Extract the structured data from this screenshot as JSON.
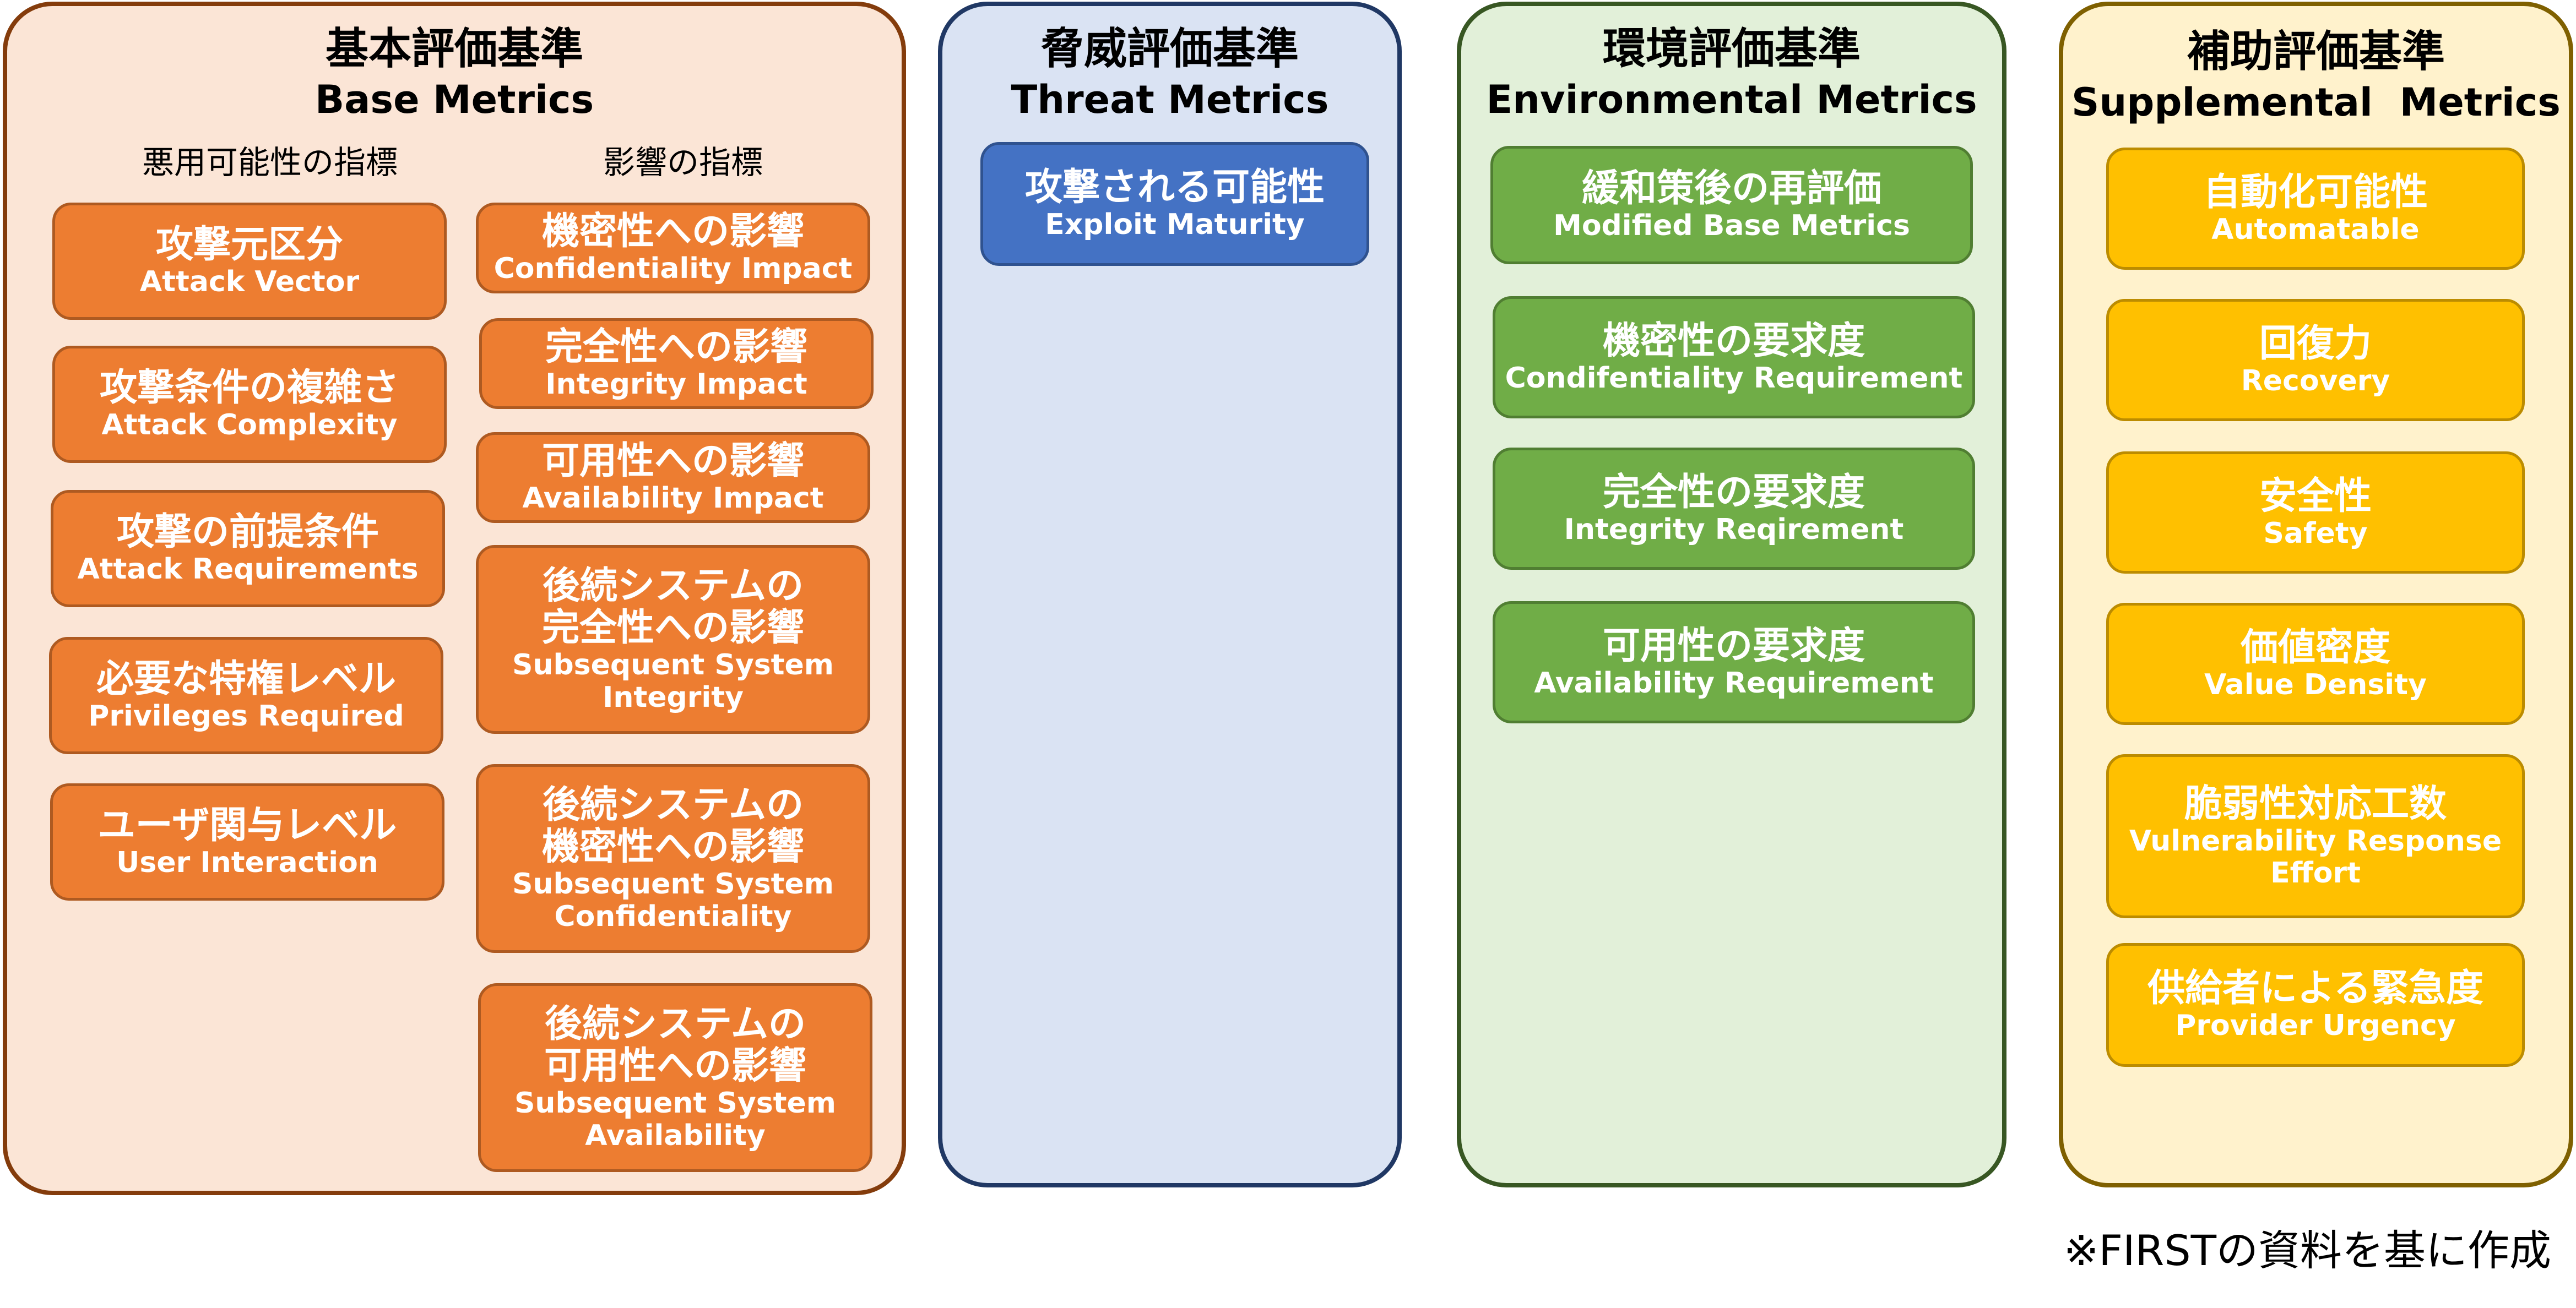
{
  "base": {
    "title_ja": "基本評価基準",
    "title_en": "Base Metrics",
    "exploitability_header": "悪用可能性の指標",
    "impact_header": "影響の指標",
    "exploitability": [
      {
        "ja": "攻撃元区分",
        "en": "Attack Vector"
      },
      {
        "ja": "攻撃条件の複雑さ",
        "en": "Attack Complexity"
      },
      {
        "ja": "攻撃の前提条件",
        "en": "Attack Requirements"
      },
      {
        "ja": "必要な特権レベル",
        "en": "Privileges Required"
      },
      {
        "ja": "ユーザ関与レベル",
        "en": "User Interaction"
      }
    ],
    "impact": [
      {
        "ja": "機密性への影響",
        "en": "Confidentiality Impact"
      },
      {
        "ja": "完全性への影響",
        "en": "Integrity Impact"
      },
      {
        "ja": "可用性への影響",
        "en": "Availability Impact"
      },
      {
        "ja1": "後続システムの",
        "ja2": "完全性への影響",
        "en1": "Subsequent System",
        "en2": "Integrity"
      },
      {
        "ja1": "後続システムの",
        "ja2": "機密性への影響",
        "en1": "Subsequent System",
        "en2": "Confidentiality"
      },
      {
        "ja1": "後続システムの",
        "ja2": "可用性への影響",
        "en1": "Subsequent System",
        "en2": "Availability"
      }
    ]
  },
  "threat": {
    "title_ja": "脅威評価基準",
    "title_en": "Threat Metrics",
    "items": [
      {
        "ja": "攻撃される可能性",
        "en": "Exploit Maturity"
      }
    ]
  },
  "environmental": {
    "title_ja": "環境評価基準",
    "title_en": "Environmental Metrics",
    "items": [
      {
        "ja": "緩和策後の再評価",
        "en": "Modified Base Metrics"
      },
      {
        "ja": "機密性の要求度",
        "en": "Condifentiality Requirement"
      },
      {
        "ja": "完全性の要求度",
        "en": "Integrity Reqirement"
      },
      {
        "ja": "可用性の要求度",
        "en": "Availability Requirement"
      }
    ]
  },
  "supplemental": {
    "title_ja": "補助評価基準",
    "title_en": "Supplemental  Metrics",
    "items": [
      {
        "ja": "自動化可能性",
        "en": "Automatable"
      },
      {
        "ja": "回復力",
        "en": "Recovery"
      },
      {
        "ja": "安全性",
        "en": "Safety"
      },
      {
        "ja": "価値密度",
        "en": "Value Density"
      },
      {
        "ja": "脆弱性対応工数",
        "en1": "Vulnerability Response",
        "en2": "Effort"
      },
      {
        "ja": "供給者による緊急度",
        "en": "Provider Urgency"
      }
    ]
  },
  "footnote": "※FIRSTの資料を基に作成",
  "colors": {
    "base_fill": "#fbe5d6",
    "base_border": "#843c0c",
    "orange": "#ed7d31",
    "threat_fill": "#dae3f3",
    "threat_border": "#203864",
    "blue": "#4472c4",
    "env_fill": "#e2f0d9",
    "env_border": "#385723",
    "green": "#70ad47",
    "sup_fill": "#fff2cc",
    "sup_border": "#7f6000",
    "yellow": "#ffc000"
  }
}
